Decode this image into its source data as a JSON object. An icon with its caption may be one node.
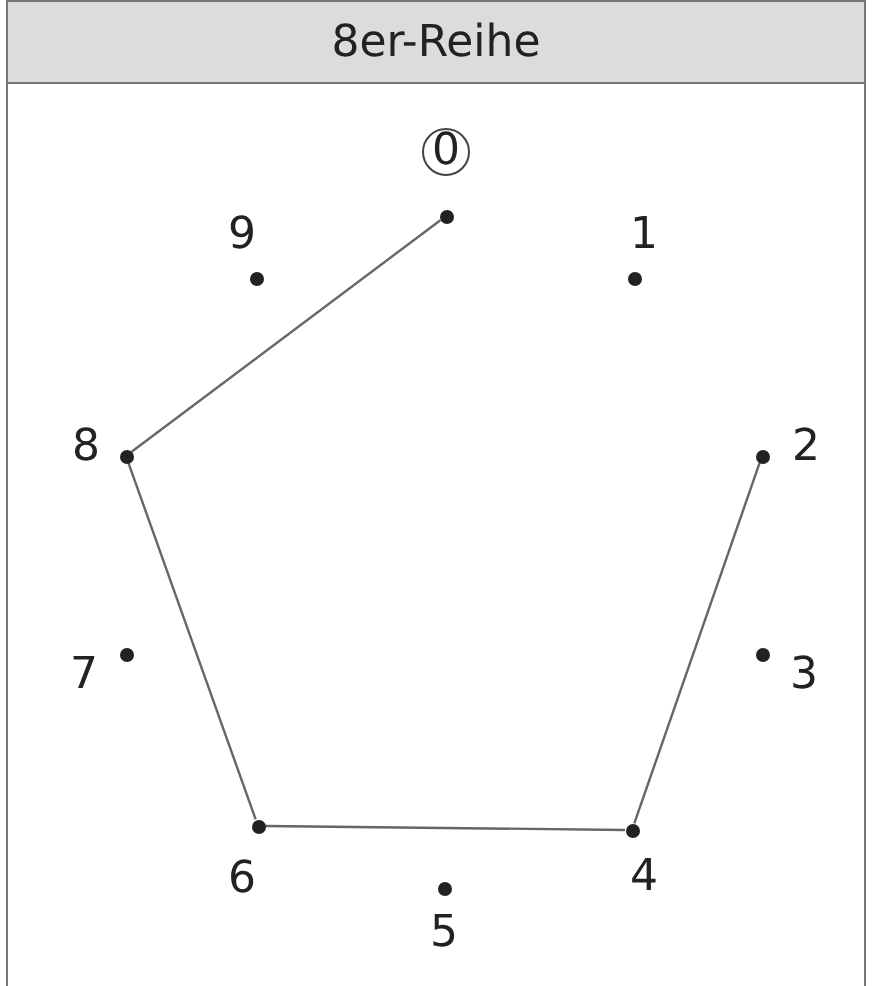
{
  "diagram": {
    "title": "8er-Reihe",
    "nodes": [
      {
        "text": [
          "0"
        ]
      },
      {
        "text": [],
        "shape": "circle"
      },
      {
        "text": [],
        "shape": "circle",
        "beside": [
          "1"
        ]
      },
      {
        "text": [],
        "shape": "circle",
        "beside": [
          "2"
        ]
      },
      {
        "text": [],
        "shape": "circle",
        "beside": [
          "3"
        ]
      },
      {
        "text": [],
        "shape": "circle",
        "beside": [
          "4"
        ]
      },
      {
        "text": [],
        "shape": "circle",
        "beside": [
          "5"
        ]
      },
      {
        "text": [],
        "shape": "circle",
        "beside": [
          "6"
        ]
      },
      {
        "text": [],
        "shape": "circle",
        "beside": [
          "7"
        ]
      },
      {
        "text": [],
        "shape": "circle",
        "beside": [
          "8"
        ]
      },
      {
        "text": [],
        "shape": "circle",
        "beside": [
          "9"
        ]
      }
    ],
    "edges": [
      {
        "from": 1,
        "to": 9,
        "arrow": "none"
      },
      {
        "from": 9,
        "to": 7,
        "arrow": "none"
      },
      {
        "from": 7,
        "to": 5,
        "arrow": "none"
      },
      {
        "from": 5,
        "to": 3,
        "arrow": "none"
      }
    ]
  }
}
